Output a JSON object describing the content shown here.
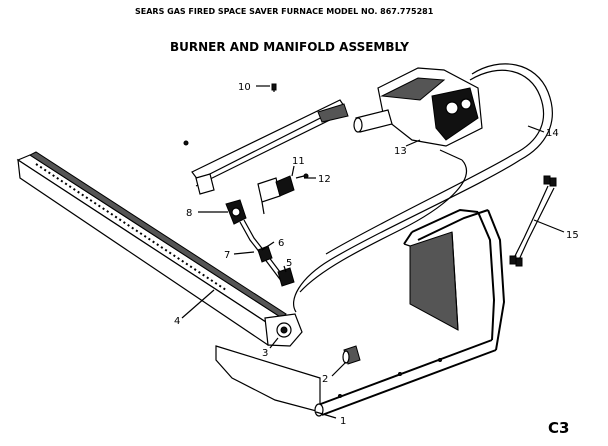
{
  "header": {
    "model_line": "SEARS GAS FIRED SPACE SAVER FURNACE MODEL NO. 867.775281",
    "assembly_title": "BURNER AND MANIFOLD ASSEMBLY"
  },
  "callouts": [
    "1",
    "2",
    "3",
    "4",
    "5",
    "6",
    "7",
    "8",
    "10",
    "11",
    "12",
    "13",
    "14",
    "15"
  ],
  "page_code": "C3"
}
